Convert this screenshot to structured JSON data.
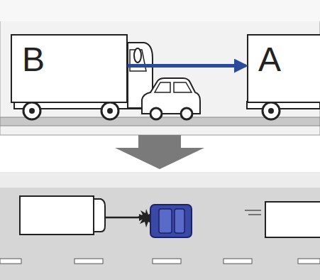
{
  "diagram": {
    "nodes": [
      {
        "text": [
          "B"
        ]
      },
      {
        "text": [
          "A"
        ]
      }
    ],
    "edges": [
      {
        "from": 0,
        "to": 1,
        "arrow": "to"
      }
    ]
  }
}
